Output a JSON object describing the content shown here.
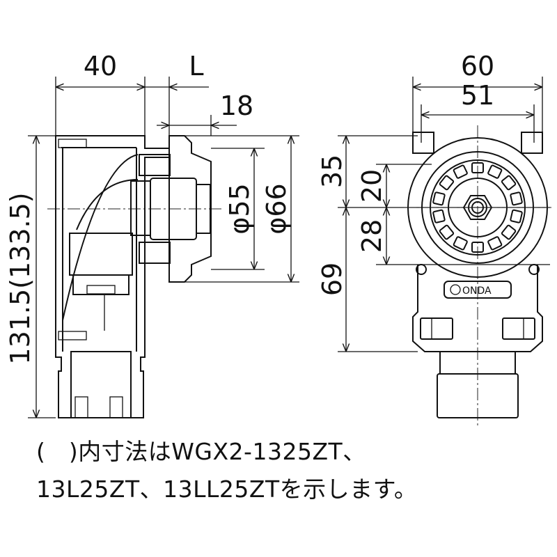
{
  "dimensions": {
    "side_width": "40",
    "side_L": "L",
    "side_18": "18",
    "phi55": "φ55",
    "phi66": "φ66",
    "height_total": "131.5(133.5)",
    "front_width_60": "60",
    "front_width_51": "51",
    "front_35": "35",
    "front_20": "20",
    "front_28": "28",
    "front_69": "69"
  },
  "logo": "ONDA",
  "notes": {
    "line1": "(　)内寸法はWGX2-1325ZT、",
    "line2": "13L25ZT、13LL25ZTを示します。"
  }
}
